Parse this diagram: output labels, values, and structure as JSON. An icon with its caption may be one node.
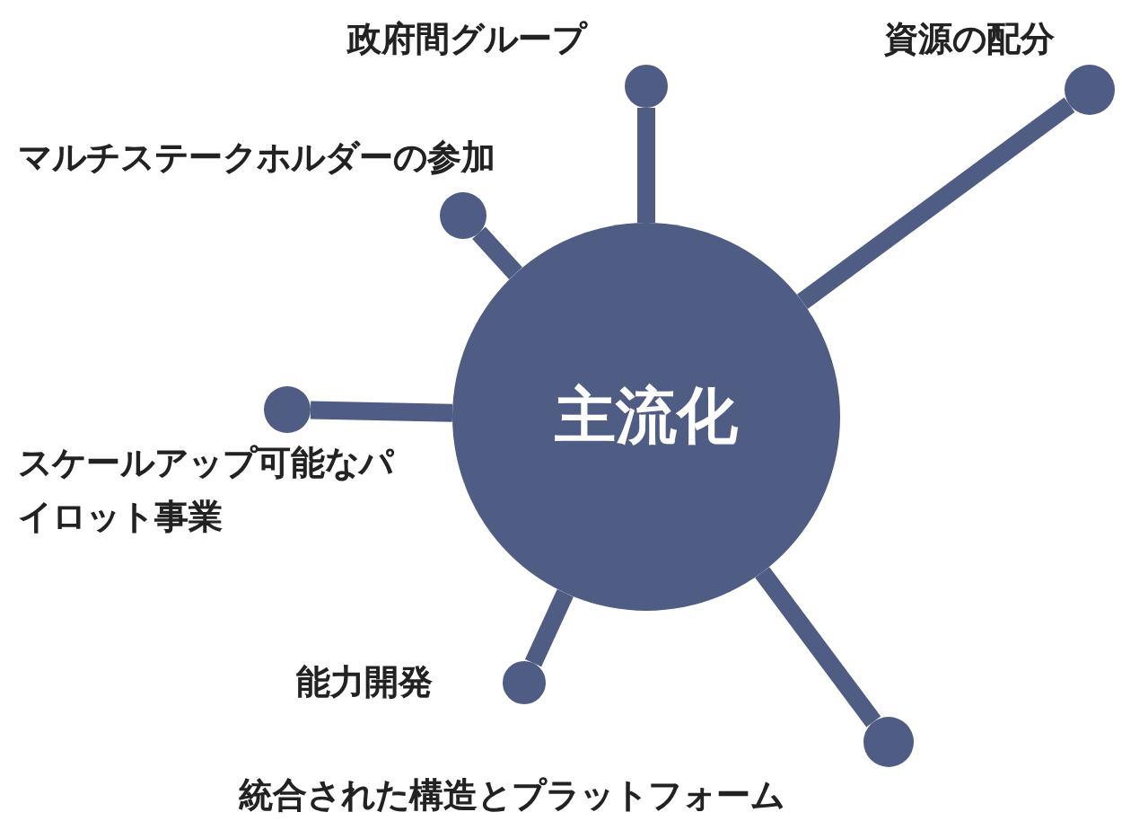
{
  "diagram": {
    "nodes": [
      {
        "text": [
          "主流化"
        ]
      },
      {
        "text": [],
        "shape": "circle",
        "beside": [
          "政府間グループ"
        ]
      },
      {
        "text": [],
        "shape": "circle",
        "beside": [
          "資源の配分"
        ]
      },
      {
        "text": [],
        "shape": "circle",
        "beside": [
          "マルチステークホルダーの参加"
        ]
      },
      {
        "text": [],
        "shape": "circle",
        "beside": [
          "スケールアップ可能なパイロット事業"
        ]
      },
      {
        "text": [],
        "shape": "circle",
        "beside": [
          "能力開発"
        ]
      },
      {
        "text": [],
        "shape": "circle",
        "beside": [
          "統合された構造とプラットフォーム"
        ]
      }
    ],
    "edges": [
      {
        "from": 0,
        "to": 1,
        "arrow": "none"
      },
      {
        "from": 0,
        "to": 2,
        "arrow": "none"
      },
      {
        "from": 0,
        "to": 3,
        "arrow": "none"
      },
      {
        "from": 0,
        "to": 4,
        "arrow": "none"
      },
      {
        "from": 0,
        "to": 5,
        "arrow": "none"
      },
      {
        "from": 0,
        "to": 6,
        "arrow": "none"
      }
    ]
  }
}
